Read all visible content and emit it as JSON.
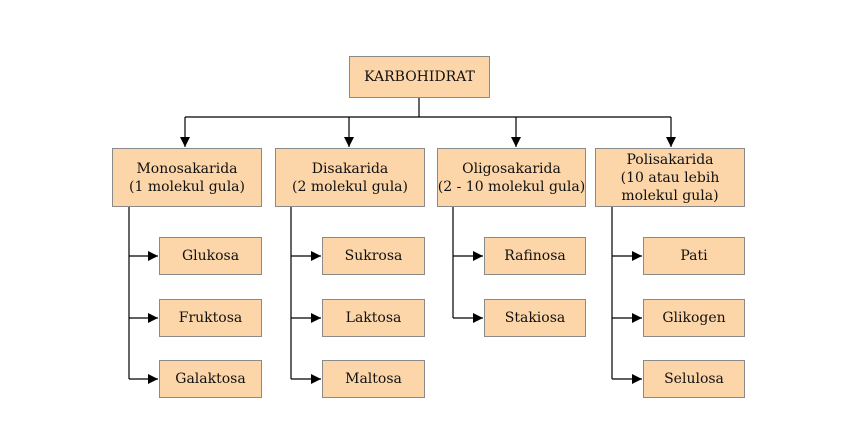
{
  "colors": {
    "box_fill": "#fcd5a8",
    "box_border": "#8a8a8a",
    "connector": "#000000",
    "text": "#111111"
  },
  "root": {
    "label": "KARBOHIDRAT"
  },
  "categories": [
    {
      "lines": [
        "Monosakarida",
        "(1 molekul gula)"
      ],
      "items": [
        "Glukosa",
        "Fruktosa",
        "Galaktosa"
      ]
    },
    {
      "lines": [
        "Disakarida",
        "(2 molekul gula)"
      ],
      "items": [
        "Sukrosa",
        "Laktosa",
        "Maltosa"
      ]
    },
    {
      "lines": [
        "Oligosakarida",
        "(2 - 10 molekul gula)"
      ],
      "items": [
        "Rafinosa",
        "Stakiosa"
      ]
    },
    {
      "lines": [
        "Polisakarida",
        "(10 atau lebih",
        "molekul gula)"
      ],
      "items": [
        "Pati",
        "Glikogen",
        "Selulosa"
      ]
    }
  ]
}
